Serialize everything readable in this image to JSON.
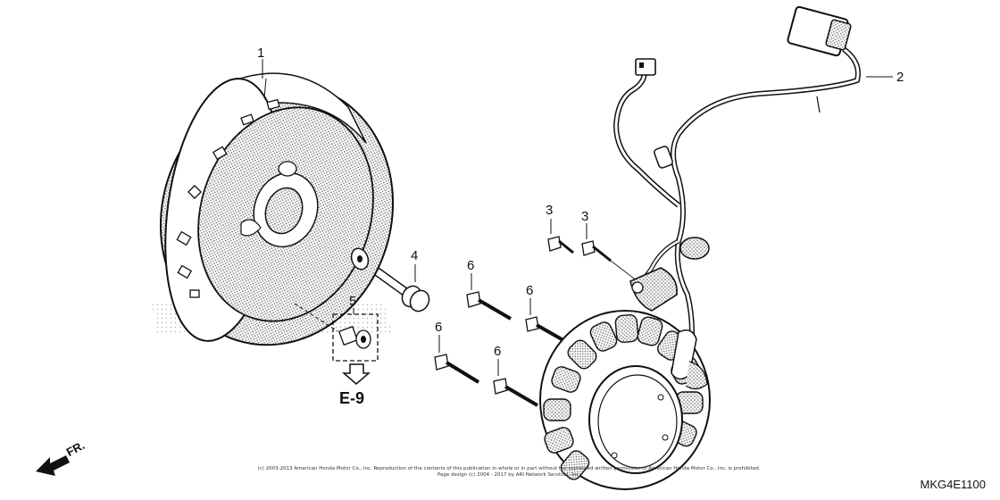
{
  "callouts": [
    {
      "id": "flywheel",
      "label": "1"
    },
    {
      "id": "harness",
      "label": "2"
    },
    {
      "id": "bolt-3a",
      "label": "3"
    },
    {
      "id": "bolt-3b",
      "label": "3"
    },
    {
      "id": "flange-bolt",
      "label": "4"
    },
    {
      "id": "washer",
      "label": "5"
    },
    {
      "id": "bolt-6a",
      "label": "6"
    },
    {
      "id": "bolt-6b",
      "label": "6"
    },
    {
      "id": "bolt-6c",
      "label": "6"
    },
    {
      "id": "bolt-6d",
      "label": "6"
    }
  ],
  "section_ref": "E-9",
  "direction_label": "FR.",
  "diagram_code": "MKG4E1100",
  "copyright": "(c) 2003-2013 American Honda Motor Co., Inc. Reproduction of the contents of this publication in whole or in part without the expressed written permission of American Honda Motor Co., Inc. is prohibited.",
  "page_design": "Page design (c) 2004 - 2017 by ARI Network Services, Inc."
}
